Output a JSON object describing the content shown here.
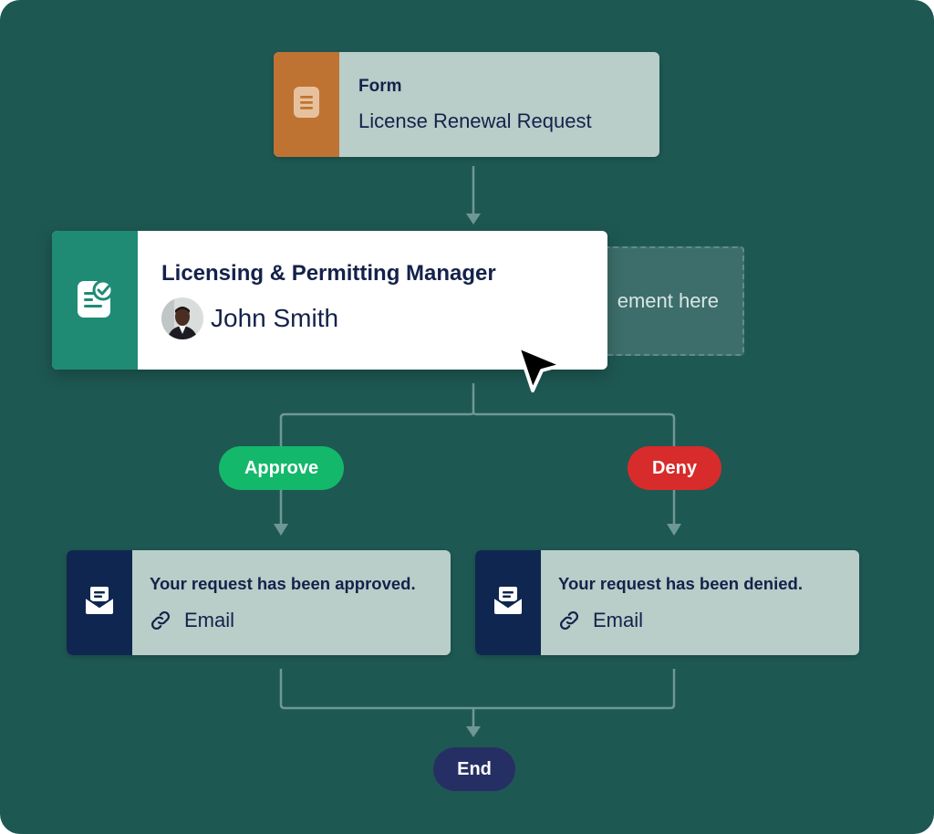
{
  "form_node": {
    "title": "Form",
    "subtitle": "License Renewal Request",
    "icon": "document-icon",
    "icon_color": "#bf7333"
  },
  "placeholder": {
    "text": "ement here"
  },
  "manager_node": {
    "title": "Licensing & Permitting Manager",
    "assignee": "John Smith",
    "icon": "approval-icon",
    "icon_color": "#1f8b75"
  },
  "branches": {
    "approve_label": "Approve",
    "approve_color": "#14b86b",
    "deny_label": "Deny",
    "deny_color": "#d82b2b"
  },
  "email_nodes": [
    {
      "title": "Your request has been approved.",
      "type_label": "Email",
      "icon": "envelope-icon"
    },
    {
      "title": "Your request has been denied.",
      "type_label": "Email",
      "icon": "envelope-icon"
    }
  ],
  "end_node": {
    "label": "End",
    "color": "#262f63"
  },
  "theme": {
    "background": "#1e5853",
    "connector": "#6f9894",
    "card": "#b9cdc9",
    "text": "#14224a"
  }
}
